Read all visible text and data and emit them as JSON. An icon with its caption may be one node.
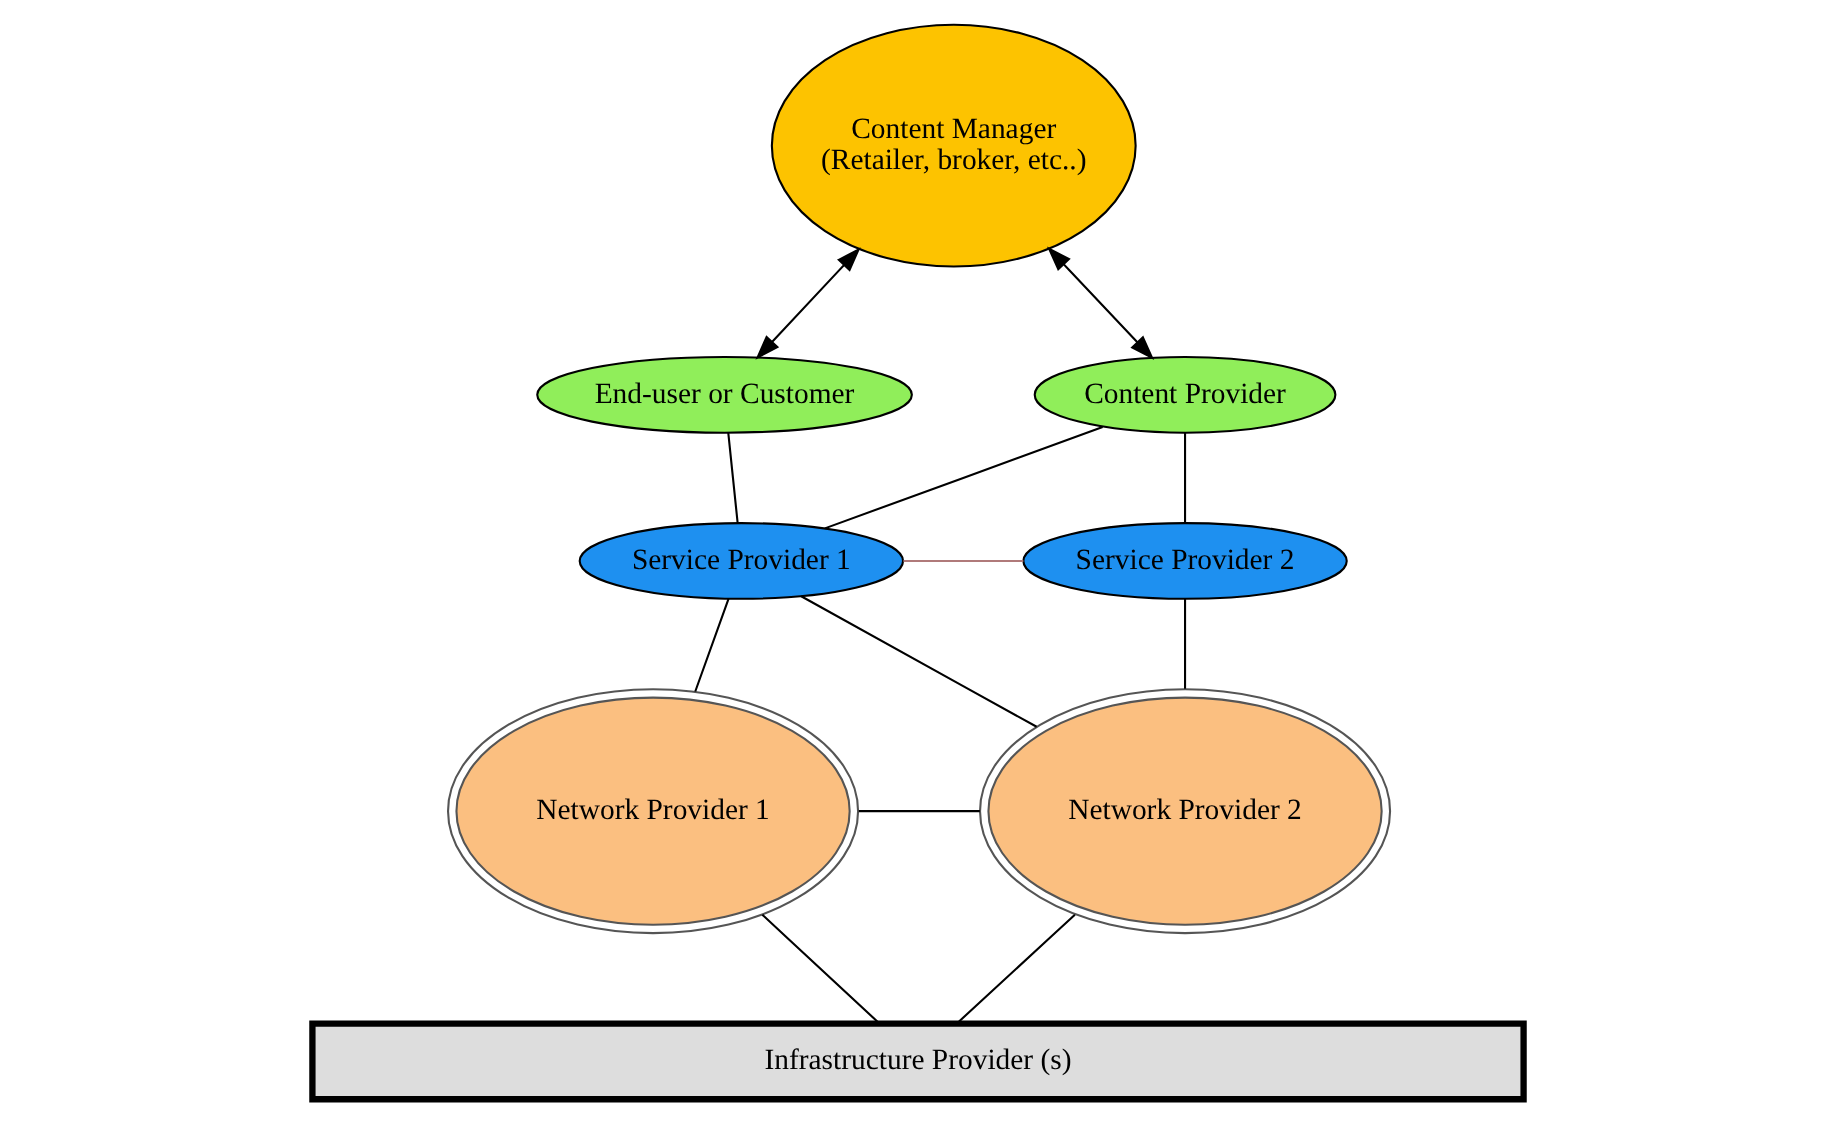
{
  "diagram": {
    "nodes": [
      {
        "text": [
          "Content Manager",
          "(Retailer, broker, etc..)"
        ]
      },
      {
        "text": [
          "End-user or Customer"
        ]
      },
      {
        "text": [
          "Content Provider"
        ]
      },
      {
        "text": [
          "Service Provider 1"
        ]
      },
      {
        "text": [
          "Service Provider 2"
        ]
      },
      {
        "text": [
          "Network Provider 1"
        ]
      },
      {
        "text": [
          "Network Provider 2"
        ]
      },
      {
        "text": [
          "Infrastructure Provider (s)"
        ]
      }
    ],
    "edges": [
      {
        "from": 0,
        "to": 1,
        "arrow": "both"
      },
      {
        "from": 0,
        "to": 2,
        "arrow": "both"
      },
      {
        "from": 1,
        "to": 3,
        "arrow": "none"
      },
      {
        "from": 2,
        "to": 3,
        "arrow": "none"
      },
      {
        "from": 2,
        "to": 4,
        "arrow": "none"
      },
      {
        "from": 3,
        "to": 4,
        "arrow": "none",
        "color": "#b07a7a"
      },
      {
        "from": 3,
        "to": 5,
        "arrow": "none"
      },
      {
        "from": 3,
        "to": 6,
        "arrow": "none"
      },
      {
        "from": 4,
        "to": 6,
        "arrow": "none"
      },
      {
        "from": 5,
        "to": 6,
        "arrow": "none"
      },
      {
        "from": 5,
        "to": 7,
        "arrow": "none"
      },
      {
        "from": 6,
        "to": 7,
        "arrow": "none"
      }
    ]
  }
}
